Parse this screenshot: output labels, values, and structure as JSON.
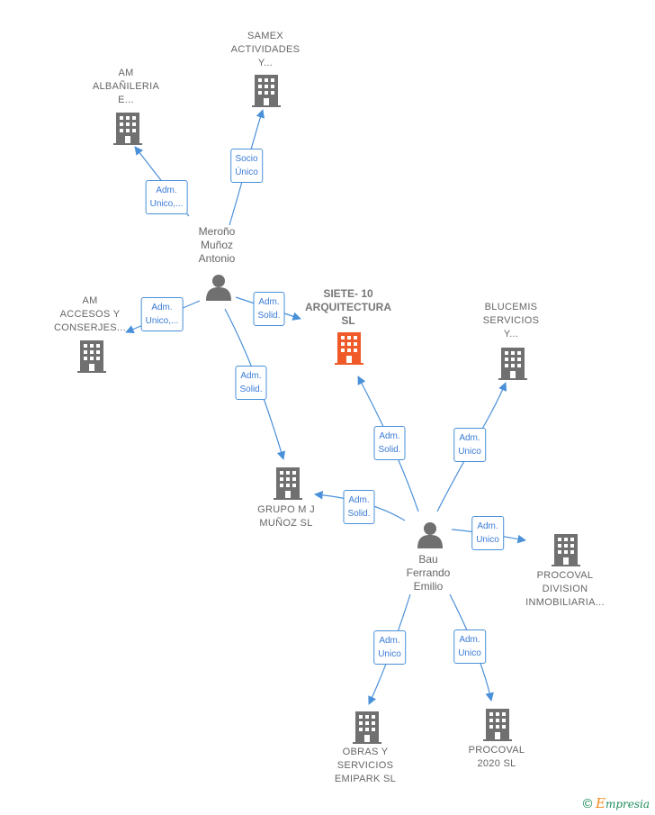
{
  "colors": {
    "edge": "#4a90d9",
    "company": "#707070",
    "focus_company": "#f05a28",
    "person": "#707070"
  },
  "nodes": {
    "focus": {
      "lines": [
        "SIETE- 10",
        "ARQUITECTURA",
        "SL"
      ],
      "icon": "building-icon"
    },
    "samex": {
      "lines": [
        "SAMEX",
        "ACTIVIDADES",
        "Y..."
      ],
      "icon": "building-icon"
    },
    "am_albanileria": {
      "lines": [
        "AM",
        "ALBAÑILERIA",
        "E..."
      ],
      "icon": "building-icon"
    },
    "am_accesos": {
      "lines": [
        "AM",
        "ACCESOS Y",
        "CONSERJES..."
      ],
      "icon": "building-icon"
    },
    "blucemis": {
      "lines": [
        "BLUCEMIS",
        "SERVICIOS",
        "Y..."
      ],
      "icon": "building-icon"
    },
    "grupo": {
      "lines": [
        "GRUPO M J",
        "MUÑOZ  SL"
      ],
      "icon": "building-icon"
    },
    "procoval_div": {
      "lines": [
        "PROCOVAL",
        "DIVISION",
        "INMOBILIARIA..."
      ],
      "icon": "building-icon"
    },
    "obras": {
      "lines": [
        "OBRAS Y",
        "SERVICIOS",
        "EMIPARK  SL"
      ],
      "icon": "building-icon"
    },
    "procoval_2020": {
      "lines": [
        "PROCOVAL",
        "2020  SL"
      ],
      "icon": "building-icon"
    },
    "merono": {
      "lines": [
        "Meroño",
        "Muñoz",
        "Antonio"
      ],
      "icon": "person-icon"
    },
    "bau": {
      "lines": [
        "Bau",
        "Ferrando",
        "Emilio"
      ],
      "icon": "person-icon"
    }
  },
  "edges": {
    "merono_am_albanileria": [
      "Adm.",
      "Unico,..."
    ],
    "merono_samex": [
      "Socio",
      "Único"
    ],
    "merono_am_accesos": [
      "Adm.",
      "Unico,..."
    ],
    "merono_focus": [
      "Adm.",
      "Solid."
    ],
    "merono_grupo": [
      "Adm.",
      "Solid."
    ],
    "bau_focus": [
      "Adm.",
      "Solid."
    ],
    "bau_blucemis": [
      "Adm.",
      "Unico"
    ],
    "bau_grupo": [
      "Adm.",
      "Solid."
    ],
    "bau_procoval_div": [
      "Adm.",
      "Unico"
    ],
    "bau_obras": [
      "Adm.",
      "Unico"
    ],
    "bau_procoval_2020": [
      "Adm.",
      "Unico"
    ]
  },
  "brand": {
    "copyright": "©",
    "initial": "E",
    "name": "mpresia"
  }
}
